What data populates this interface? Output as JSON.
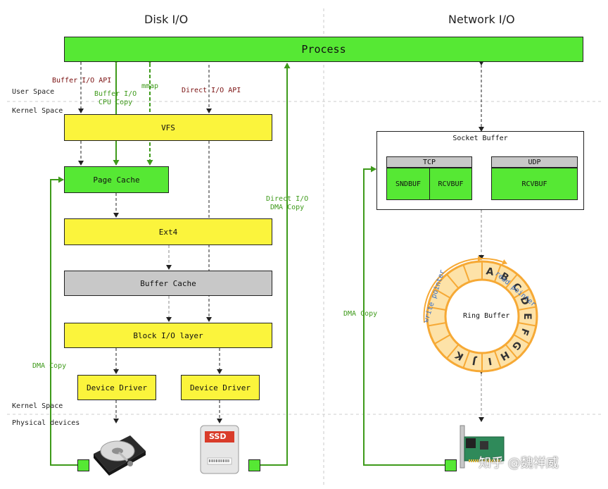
{
  "headers": {
    "disk_io": "Disk I/O",
    "network_io": "Network I/O"
  },
  "process": "Process",
  "spaces": {
    "user_space": "User Space",
    "kernel_space_top": "Kernel Space",
    "kernel_space_bottom": "Kernel Space",
    "physical_devices": "Physical devices"
  },
  "apis": {
    "buffer_io_api": "Buffer I/O API",
    "buffer_io_cpu_copy_1": "Buffer I/O",
    "buffer_io_cpu_copy_2": "CPU Copy",
    "mmap": "mmap",
    "direct_io_api": "Direct I/O API",
    "direct_io_dma_copy_1": "Direct I/O",
    "direct_io_dma_copy_2": "DMA Copy",
    "dma_copy_disk": "DMA Copy",
    "dma_copy_net": "DMA Copy"
  },
  "disk": {
    "vfs": "VFS",
    "page_cache": "Page Cache",
    "ext4": "Ext4",
    "buffer_cache": "Buffer Cache",
    "block_io_layer": "Block I/O layer",
    "device_driver_1": "Device Driver",
    "device_driver_2": "Device Driver",
    "ssd_label": "SSD"
  },
  "network": {
    "socket_buffer": "Socket Buffer",
    "tcp": "TCP",
    "udp": "UDP",
    "sndbuf": "SNDBUF",
    "tcp_rcvbuf": "RCVBUF",
    "udp_rcvbuf": "RCVBUF",
    "ring_buffer": "Ring Buffer",
    "read_pointer": "read pointer",
    "write_pointer": "write pointer",
    "ring_letters": [
      "A",
      "B",
      "C",
      "D",
      "E",
      "F",
      "G",
      "H",
      "I",
      "J",
      "K"
    ]
  },
  "watermark": "知乎 @魏祥威",
  "colors": {
    "yellow": "#fbf43c",
    "green": "#56e834",
    "gray": "#c8c8c8",
    "ring_orange": "#f6a935",
    "ring_fill": "#fde2a8",
    "arrow_green": "#3e9a1a",
    "pointer_blue": "#3a6fc4"
  }
}
